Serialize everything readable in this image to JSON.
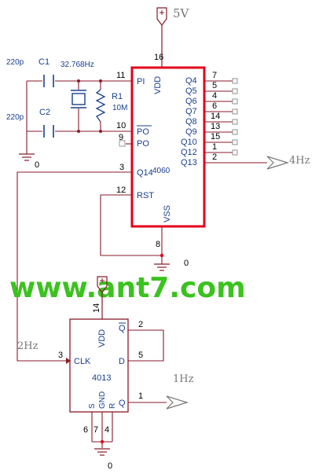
{
  "colors": {
    "wire": "#8a1a2a",
    "ic_main": "#e3001b",
    "ic_second": "#8a1a2a",
    "label": "#1a3f8f",
    "watermark": "#3bc21f",
    "power": "#8a1a2a"
  },
  "power": {
    "vcc_top": "5V",
    "gnd_labels": [
      "0",
      "0",
      "0"
    ]
  },
  "oscillator": {
    "c1": "C1",
    "c1_value": "220p",
    "c2": "C2",
    "c2_value": "220p",
    "crystal_freq": "32.768Hz",
    "r1": "R1",
    "r1_value": "10M"
  },
  "ic1": {
    "name": "4060",
    "pins_left": [
      {
        "num": "11",
        "name": "PI"
      },
      {
        "num": "10",
        "name": "PO"
      },
      {
        "num": "9",
        "name": "PO"
      },
      {
        "num": "3",
        "name": "Q14"
      },
      {
        "num": "12",
        "name": "RST"
      }
    ],
    "vdd": {
      "num": "16",
      "name": "VDD"
    },
    "vss": {
      "num": "8",
      "name": "VSS"
    },
    "pins_right": [
      {
        "num": "7",
        "name": "Q4"
      },
      {
        "num": "5",
        "name": "Q5"
      },
      {
        "num": "4",
        "name": "Q6"
      },
      {
        "num": "6",
        "name": "Q7"
      },
      {
        "num": "14",
        "name": "Q8"
      },
      {
        "num": "13",
        "name": "Q9"
      },
      {
        "num": "15",
        "name": "Q10"
      },
      {
        "num": "1",
        "name": "Q12"
      },
      {
        "num": "2",
        "name": "Q13"
      }
    ],
    "output_label": "4Hz"
  },
  "ic2": {
    "name": "4013",
    "vdd": {
      "num": "14",
      "name": "VDD"
    },
    "qbar": {
      "num": "2",
      "name": "Q"
    },
    "clk": {
      "num": "3",
      "name": "CLK"
    },
    "d": {
      "num": "5",
      "name": "D"
    },
    "q": {
      "num": "1",
      "name": "Q"
    },
    "bottom_pins": [
      {
        "num": "6",
        "name": "S"
      },
      {
        "num": "7",
        "name": "GND"
      },
      {
        "num": "4",
        "name": "R"
      }
    ],
    "clk_label": "2Hz",
    "output_label": "1Hz"
  },
  "watermark": "www.ant7.com"
}
